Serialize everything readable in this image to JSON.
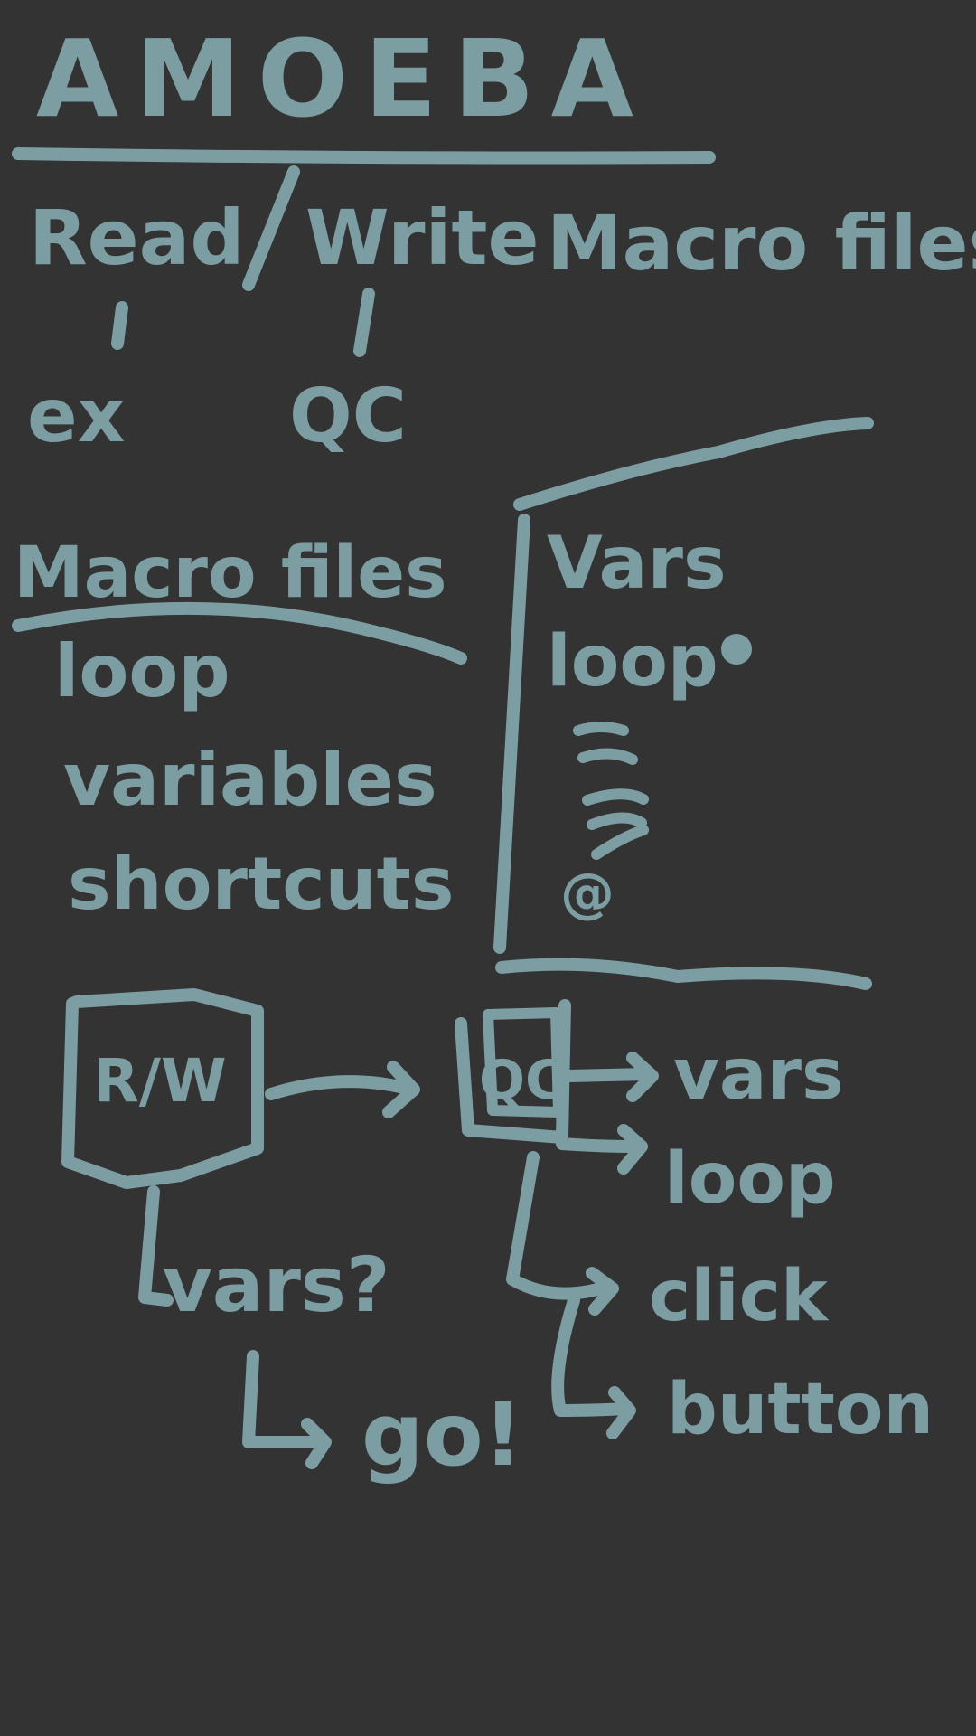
{
  "title": "AMOEBA",
  "subtitle": "Read / Write Macro files",
  "read_label": "Read",
  "slash": "/",
  "write_label": "Write",
  "macro_files_label": "Macro files",
  "read_example": "ex",
  "write_example": "QC",
  "left_list": {
    "heading": "Macro files",
    "items": [
      "loop",
      "variables",
      "shortcuts"
    ]
  },
  "right_panel": {
    "heading": "Vars",
    "first_line": "loop",
    "marker": "@"
  },
  "flow": {
    "box_rw": "R/W",
    "box_qc": "QC",
    "outputs": [
      "vars",
      "loop",
      "click",
      "button"
    ],
    "question": "vars?",
    "go": "go!"
  },
  "colors": {
    "background": "#333333",
    "ink": "#7c9ea3"
  }
}
